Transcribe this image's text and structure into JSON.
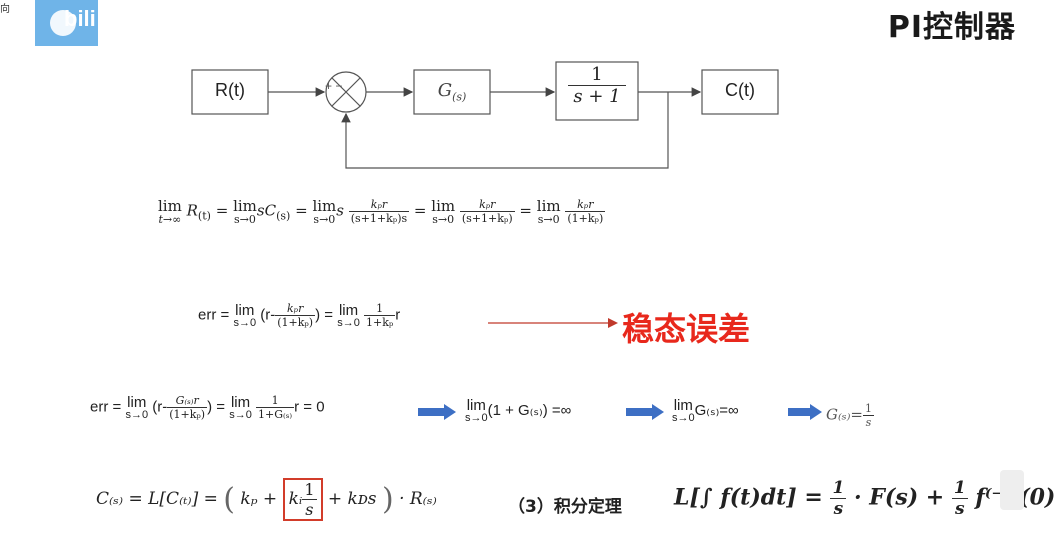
{
  "header": {
    "title": "PI控制器",
    "corner_text": "向",
    "logo_text": "bili"
  },
  "diagram": {
    "input": "R(t)",
    "plant_label": "G",
    "plant_sub": "(s)",
    "tf_num": "1",
    "tf_den": "s + 1",
    "output": "C(t)",
    "sum_signs": "+ −"
  },
  "eq1": {
    "lim1": "lim",
    "lim1_sub": "t→∞",
    "lhs": "R",
    "lhs_sub": "(t)",
    "eq": "=",
    "lim2": "lim",
    "lim2_sub": "s→0",
    "term2": "sC",
    "term2_sub": "(s)",
    "lim3": "lim",
    "lim3_sub": "s→0",
    "term3": "s",
    "f3_num": "kₚr",
    "f3_den": "(s+1+kₚ)s",
    "lim4": "lim",
    "lim4_sub": "s→0",
    "f4_num": "kₚr",
    "f4_den": "(s+1+kₚ)",
    "lim5": "lim",
    "lim5_sub": "s→0",
    "f5_num": "kₚr",
    "f5_den": "(1+kₚ)"
  },
  "eq2": {
    "lead": "err =",
    "lim1": "lim",
    "lim1_sub": "s→0",
    "open": "(r-",
    "f1_num": "kₚr",
    "f1_den": "(1+kₚ)",
    "close": ") =",
    "lim2": "lim",
    "lim2_sub": "s→0",
    "f2_num": "1",
    "f2_den": "1+kₚ",
    "tail": "r",
    "label": "稳态误差"
  },
  "eq3": {
    "lead": "err =",
    "lim1": "lim",
    "lim1_sub": "s→0",
    "open": "(r-",
    "f1_num": "G₍ₛ₎r",
    "f1_den": "(1+kₚ)",
    "close": ") =",
    "lim2": "lim",
    "lim2_sub": "s→0",
    "f2_num": "1",
    "f2_den": "1+G₍ₛ₎",
    "tail": "r = 0",
    "lim3": "lim",
    "lim3_sub": "s→0",
    "part3": "(1 + G₍ₛ₎) =∞",
    "lim4": "lim",
    "lim4_sub": "s→0",
    "part4": "G₍ₛ₎=∞",
    "part5_lead": "G₍ₛ₎=",
    "f5_num": "1",
    "f5_den": "s"
  },
  "eq4": {
    "lhs": "C₍ₛ₎ = L[C₍ₜ₎] =",
    "kp": "kₚ +",
    "ki": "kᵢ",
    "ki_num": "1",
    "ki_den": "s",
    "kd": "+ kᴅs",
    "tail": "· R₍ₛ₎",
    "theorem": "（3）积分定理",
    "law_lead": "L[∫ f(t)dt] =",
    "law_f1_num": "1",
    "law_f1_den": "s",
    "law_mid": "· F(s) +",
    "law_f2_num": "1",
    "law_f2_den": "s",
    "law_tail": "f⁽⁻¹⁾(0)"
  },
  "colors": {
    "red": "#e8281c",
    "blue_arrow": "#3d6fc4",
    "line": "#444444"
  }
}
